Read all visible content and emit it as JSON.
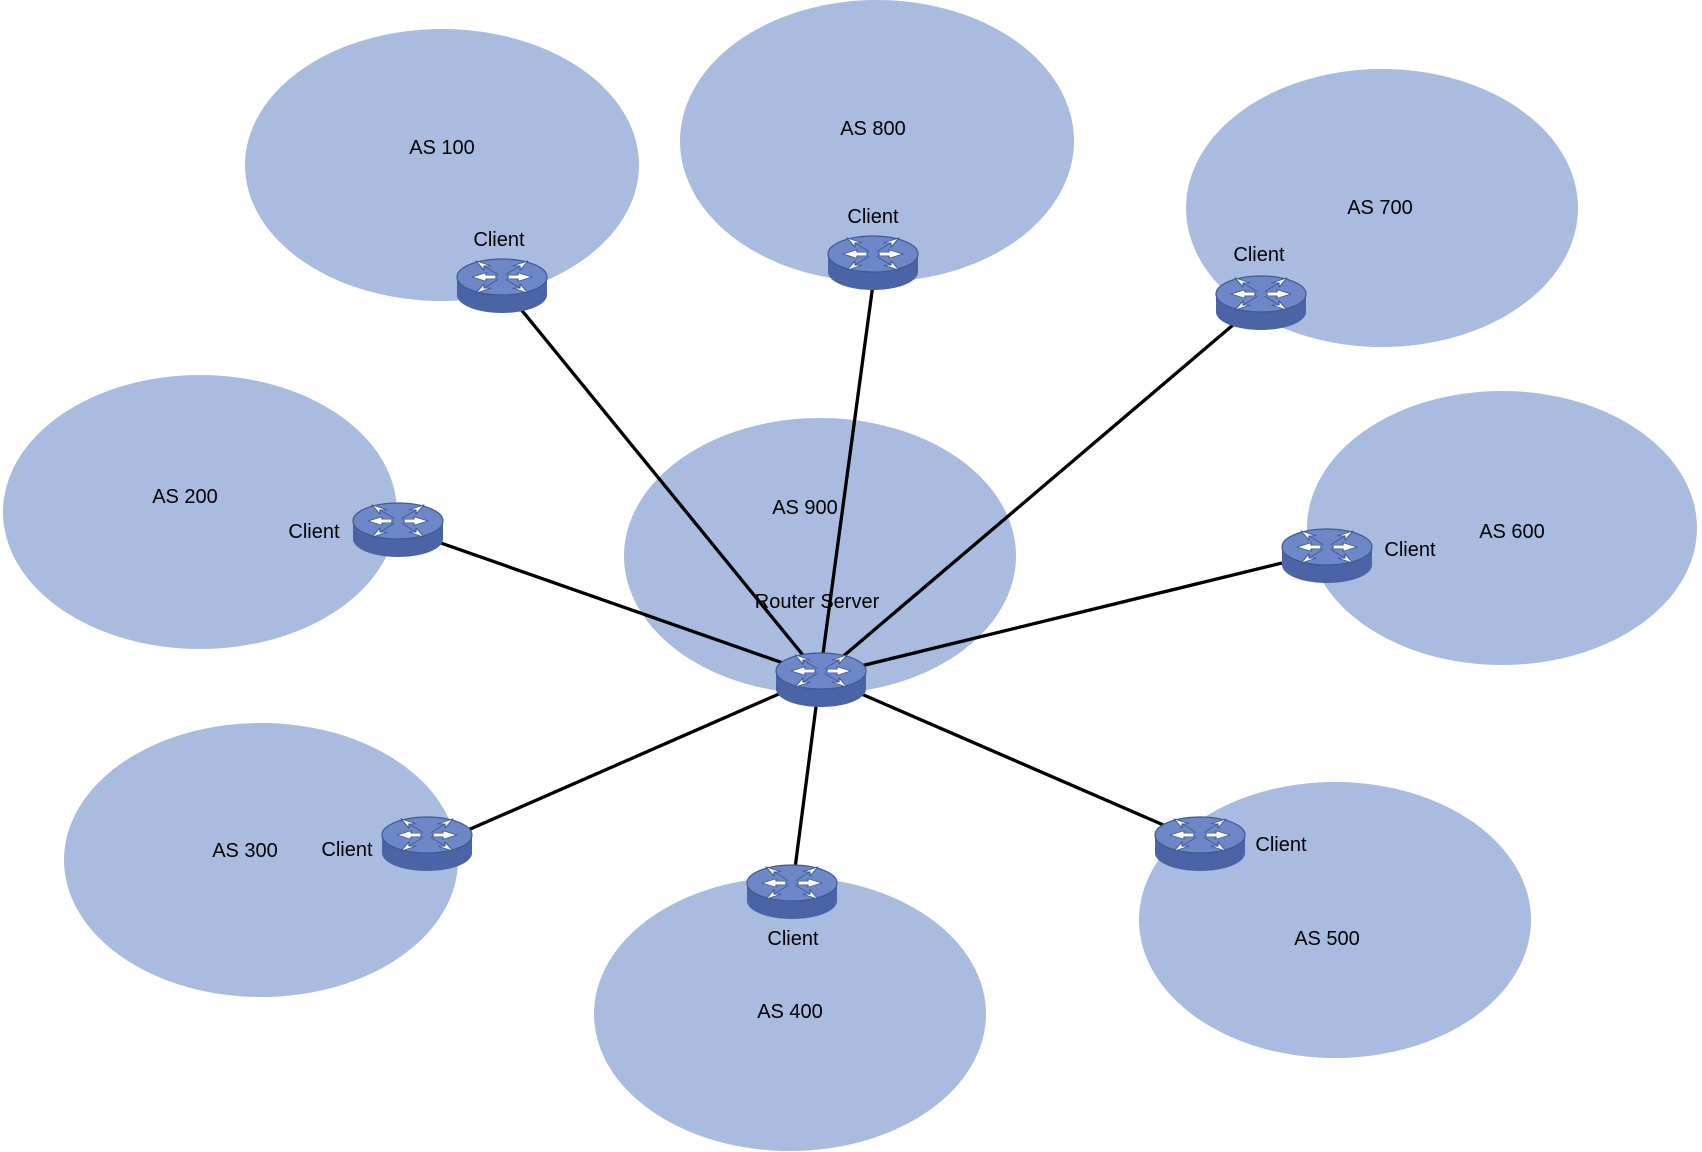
{
  "colors": {
    "as_fill": "#a9bcdf",
    "link": "#000000",
    "router_body": "#4a64a6",
    "router_top": "#6d87c7",
    "router_arrows": "#ffffff"
  },
  "router_icon": "router-icon",
  "server": {
    "as_label": "AS 900",
    "router_label": "Router Server"
  },
  "clients": [
    {
      "as_label": "AS 100",
      "router_label": "Client"
    },
    {
      "as_label": "AS 800",
      "router_label": "Client"
    },
    {
      "as_label": "AS 700",
      "router_label": "Client"
    },
    {
      "as_label": "AS 200",
      "router_label": "Client"
    },
    {
      "as_label": "AS 600",
      "router_label": "Client"
    },
    {
      "as_label": "AS 300",
      "router_label": "Client"
    },
    {
      "as_label": "AS 400",
      "router_label": "Client"
    },
    {
      "as_label": "AS 500",
      "router_label": "Client"
    }
  ]
}
